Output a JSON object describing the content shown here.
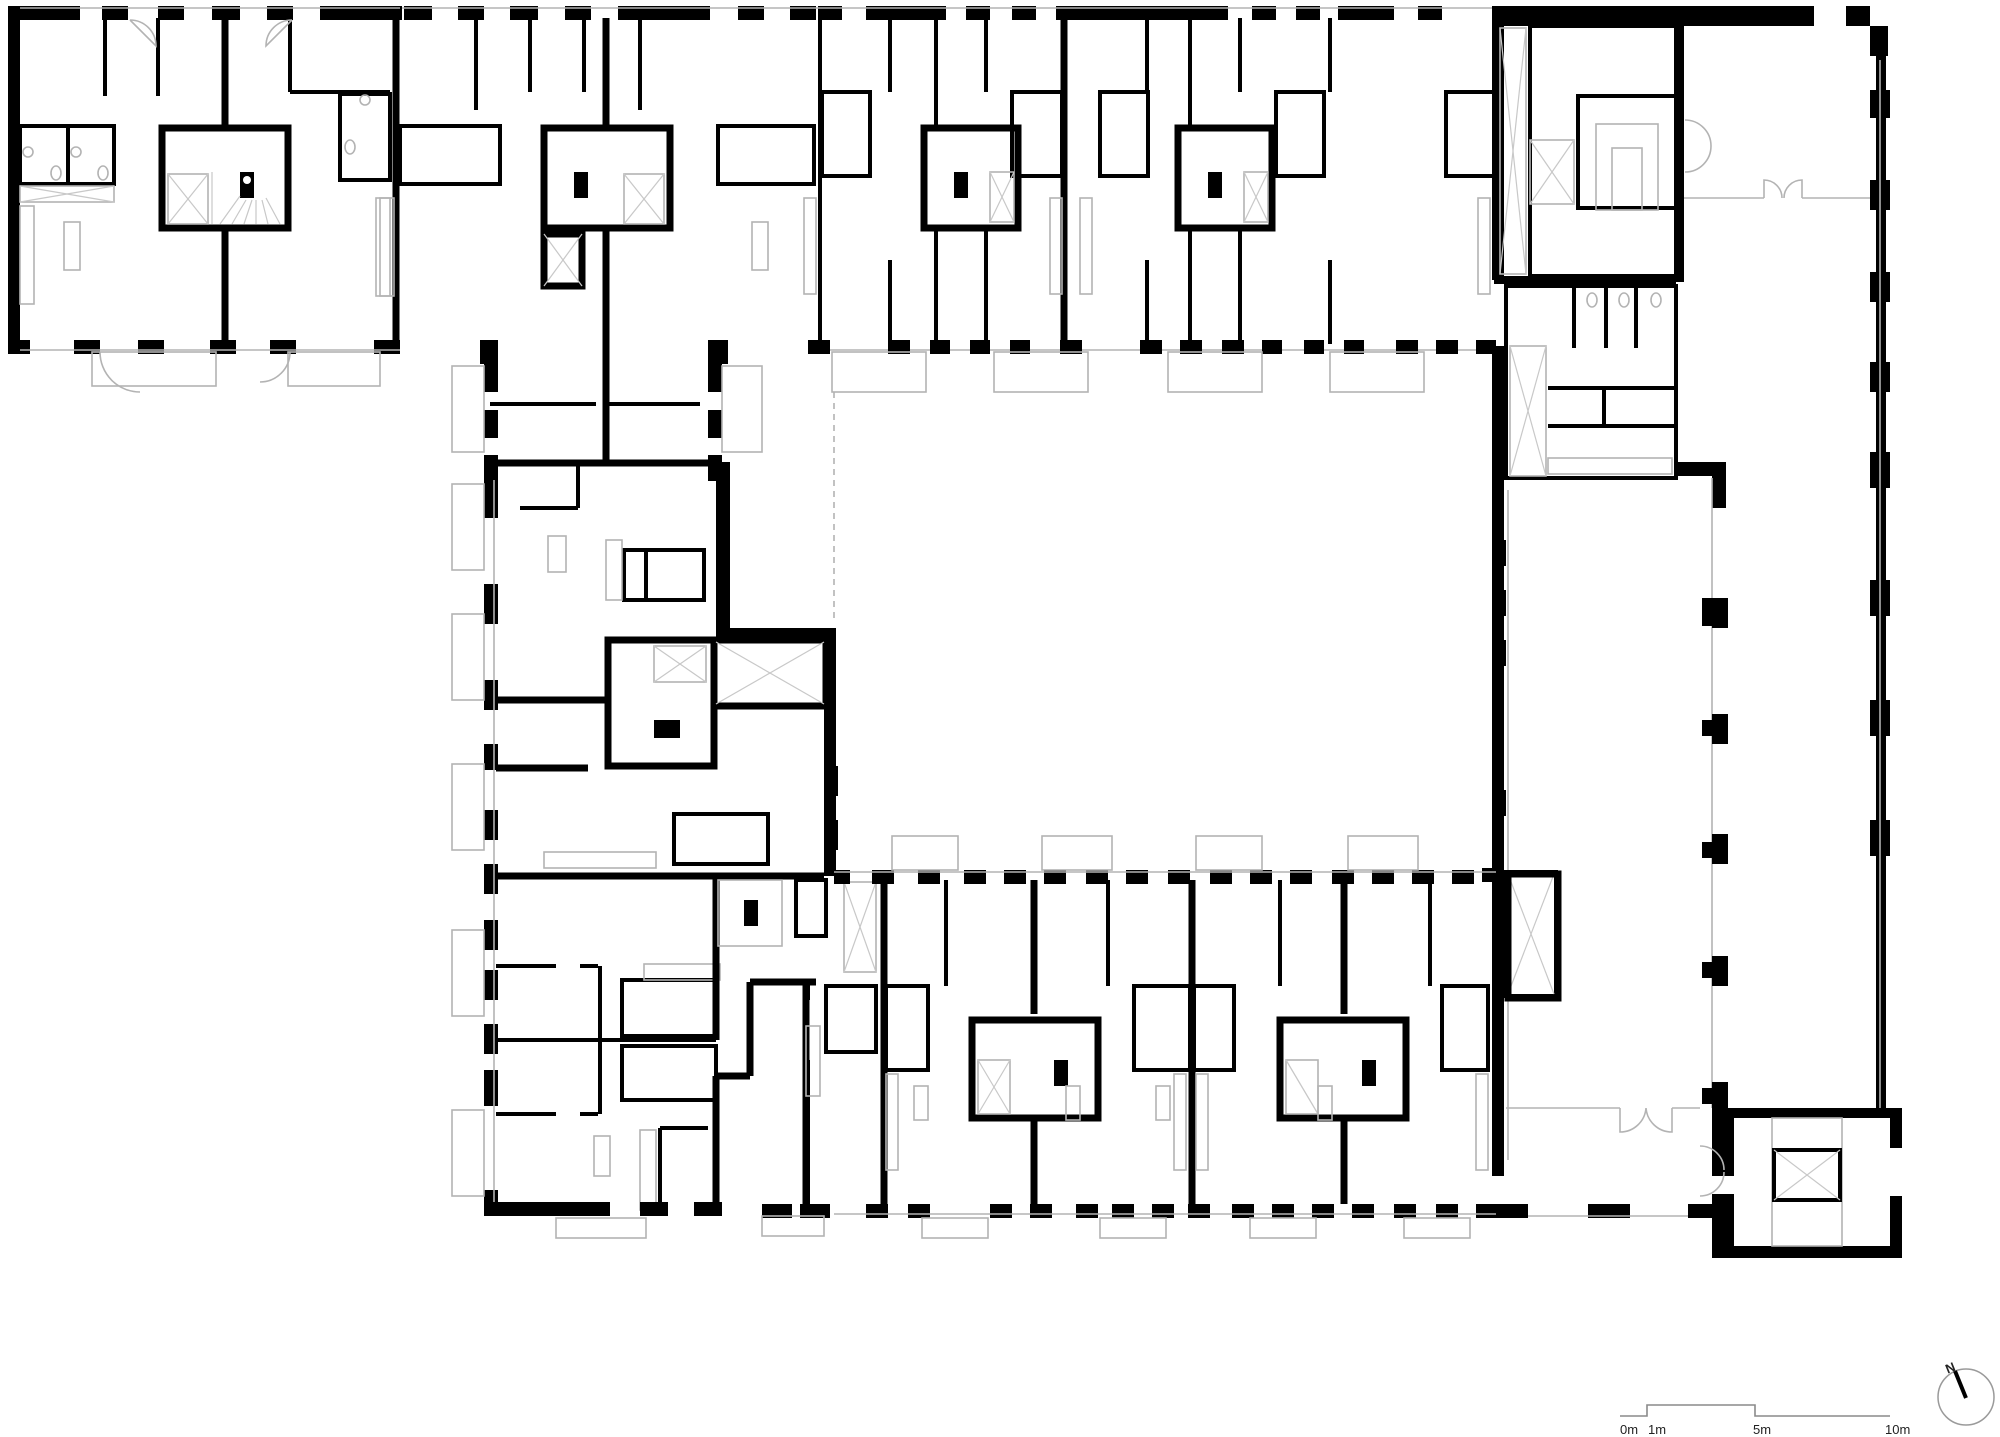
{
  "drawing": {
    "type": "architectural floor plan",
    "background": "#ffffff",
    "wall_color": "#000000",
    "fixture_line_color": "#b3b3b3"
  },
  "scale_bar": {
    "labels": [
      "0m",
      "1m",
      "5m",
      "10m"
    ]
  },
  "north_arrow": {
    "label": "N"
  }
}
